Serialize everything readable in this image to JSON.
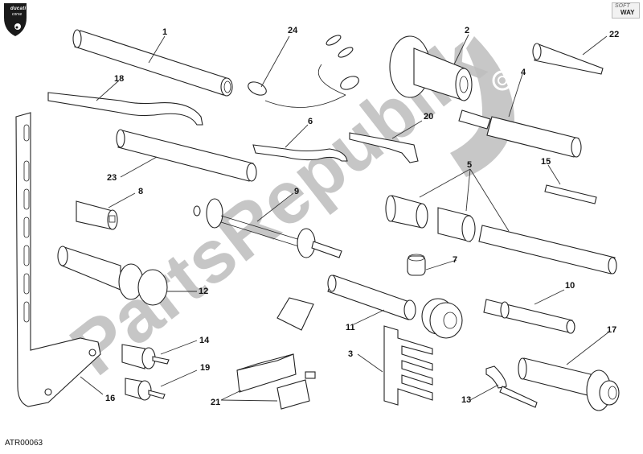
{
  "diagram": {
    "brand_logo": {
      "line1": "ducati",
      "line2": "corse"
    },
    "publisher_logo": {
      "line1": "SOFT",
      "line2": "WAY"
    },
    "drawing_code": "ATR00063",
    "watermark": {
      "text": "PartsRepublik",
      "color": "#bdbdbd"
    },
    "parts": [
      {
        "ref": "1",
        "label": "1"
      },
      {
        "ref": "2",
        "label": "2"
      },
      {
        "ref": "3",
        "label": "3"
      },
      {
        "ref": "4",
        "label": "4"
      },
      {
        "ref": "5",
        "label": "5"
      },
      {
        "ref": "6",
        "label": "6"
      },
      {
        "ref": "7",
        "label": "7"
      },
      {
        "ref": "8",
        "label": "8"
      },
      {
        "ref": "9",
        "label": "9"
      },
      {
        "ref": "10",
        "label": "10"
      },
      {
        "ref": "11",
        "label": "11"
      },
      {
        "ref": "12",
        "label": "12"
      },
      {
        "ref": "13",
        "label": "13"
      },
      {
        "ref": "14",
        "label": "14"
      },
      {
        "ref": "15",
        "label": "15"
      },
      {
        "ref": "16",
        "label": "16"
      },
      {
        "ref": "17",
        "label": "17"
      },
      {
        "ref": "18",
        "label": "18"
      },
      {
        "ref": "19",
        "label": "19"
      },
      {
        "ref": "20",
        "label": "20"
      },
      {
        "ref": "21",
        "label": "21"
      },
      {
        "ref": "22",
        "label": "22"
      },
      {
        "ref": "23",
        "label": "23"
      },
      {
        "ref": "24",
        "label": "24"
      }
    ]
  }
}
